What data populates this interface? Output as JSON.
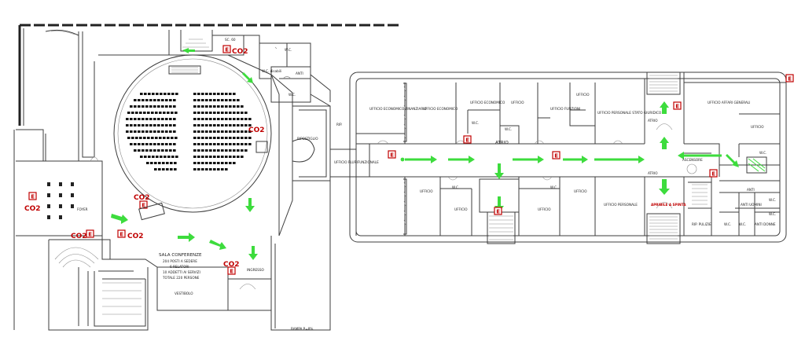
{
  "rooms": {
    "ufficio_economico_finanziario": "UFFICIO ECONOMICO FINANZIARIO",
    "ufficio_economico_a": "UFFICIO ECONOMICO",
    "ufficio_economico_b": "UFFICIO ECONOMICO",
    "ufficio_top_a": "UFFICIO",
    "ufficio_funzioni": "UFFICIO FUNZIONI",
    "ufficio_top_b": "UFFICIO",
    "ufficio_personale_stato": "UFFICIO PERSONALE STATO GIURIDICO",
    "ufficio_affari_generali": "UFFICIO AFFARI GENERALI",
    "ufficio_right": "UFFICIO",
    "ufficio_pluri": "UFFICIO PLURIFUNZIONALE",
    "rip": "RIP.",
    "ripostiglio": "RIPOSTIGLIO",
    "atrio_center": "ATRIO",
    "atrio_right_top": "ATRIO",
    "atrio_right_bottom": "ATRIO",
    "ufficio_bot_a": "UFFICIO",
    "ufficio_bot_b": "UFFICIO",
    "ufficio_bot_c": "UFFICIO",
    "ufficio_bot_d": "UFFICIO",
    "ufficio_personale": "UFFICIO PERSONALE",
    "rip_pulizie": "RIP. PULIZIE",
    "wc": "W.C.",
    "antiw": "ANTI",
    "anti_uomini": "ANTI UOMINI",
    "anti_donne": "ANTI DONNE",
    "ascensore": "ASCENSORE",
    "foyer": "FOYER",
    "ingresso": "INGRESSO",
    "vestibolo": "VESTIBOLO",
    "rampa": "RAMPA P=8%",
    "wc_disabili": "W.C. disabili",
    "sc": "SC. 60"
  },
  "sala": {
    "title": "SALA CONFERENZE",
    "line1": "204 POSTI A SEDERE",
    "line2": "6 RELATORI",
    "line3": "10 ADDETTI AI SERVIZI",
    "line4": "TOTALE 220 PERSONE"
  },
  "apribile": "APRIBILE A SPINTA",
  "markers": {
    "exit": "E",
    "extinguisher": "CO2"
  },
  "colors": {
    "arrow": "#3ddc3d",
    "exit": "#c00000"
  }
}
